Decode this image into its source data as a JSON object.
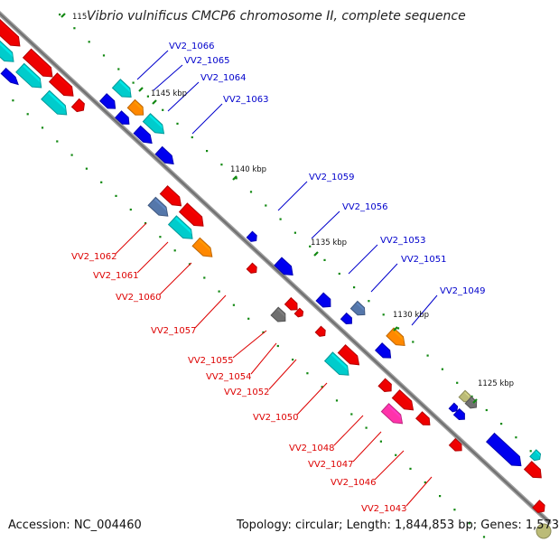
{
  "title": "Vibrio vulnificus CMCP6 chromosome II, complete sequence",
  "footer": {
    "accession": "Accession: NC_004460",
    "topology": "Topology: circular; Length: 1,844,853 bp; Genes: 1,573"
  },
  "kbp_ticks": [
    "115",
    "1145 kbp",
    "1140 kbp",
    "1135 kbp",
    "1130 kbp",
    "1125 kbp"
  ],
  "gene_labels": {
    "forward": [
      "VV2_1066",
      "VV2_1065",
      "VV2_1064",
      "VV2_1063",
      "VV2_1059",
      "VV2_1056",
      "VV2_1053",
      "VV2_1051",
      "VV2_1049"
    ],
    "reverse": [
      "VV2_1062",
      "VV2_1061",
      "VV2_1060",
      "VV2_1057",
      "VV2_1055",
      "VV2_1054",
      "VV2_1052",
      "VV2_1050",
      "VV2_1048",
      "VV2_1047",
      "VV2_1046",
      "VV2_1043"
    ]
  },
  "colors": {
    "forward_label": "#0000cc",
    "reverse_label": "#dd0000",
    "red": "#ee0000",
    "blue": "#0000ee",
    "cyan": "#00cccc",
    "orange": "#ff8800",
    "gray": "#707070",
    "magenta": "#ff33aa",
    "steel": "#5577aa",
    "olive": "#bbbb77",
    "backbone": "#8a8a8a",
    "tick": "#118811"
  }
}
